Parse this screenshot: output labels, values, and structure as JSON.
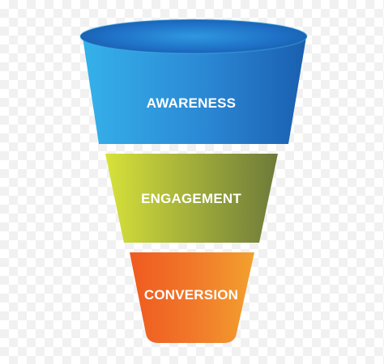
{
  "funnel": {
    "stages": [
      {
        "label": "AWARENESS"
      },
      {
        "label": "ENGAGEMENT"
      },
      {
        "label": "CONVERSION"
      }
    ]
  },
  "colors": {
    "awareness_light": "#35b2ea",
    "awareness_dark": "#1a5fb0",
    "awareness_rim_inner": "#1f74c8",
    "engagement_light": "#d7e23a",
    "engagement_dark": "#6d7a3a",
    "conversion_light": "#f05a1f",
    "conversion_dark": "#f2a12e",
    "label_text": "#ffffff"
  }
}
